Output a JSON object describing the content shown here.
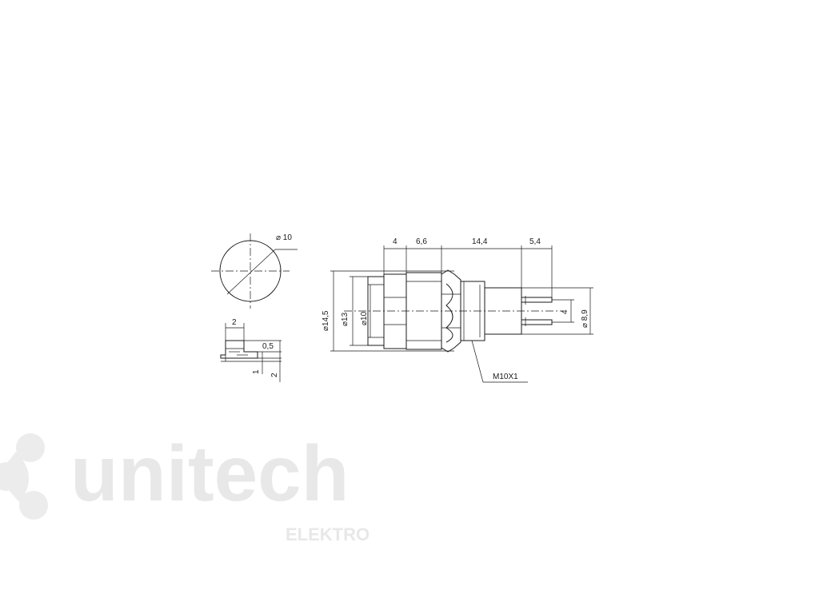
{
  "dimensions": {
    "top_diameter": "⌀ 10",
    "profile_width": "2",
    "profile_step": "0,5",
    "profile_h1": "1",
    "profile_h2": "2",
    "len_4": "4",
    "len_6_6": "6,6",
    "len_14_4": "14,4",
    "len_5_4": "5,4",
    "dia_14_5": "⌀14,5",
    "dia_13": "⌀13",
    "dia_10": "⌀10",
    "pin_spacing": "4",
    "dia_8_9": "⌀ 8,9",
    "thread": "M10X1"
  },
  "watermark": {
    "brand": "unitech",
    "sub": "ELEKTRO"
  }
}
